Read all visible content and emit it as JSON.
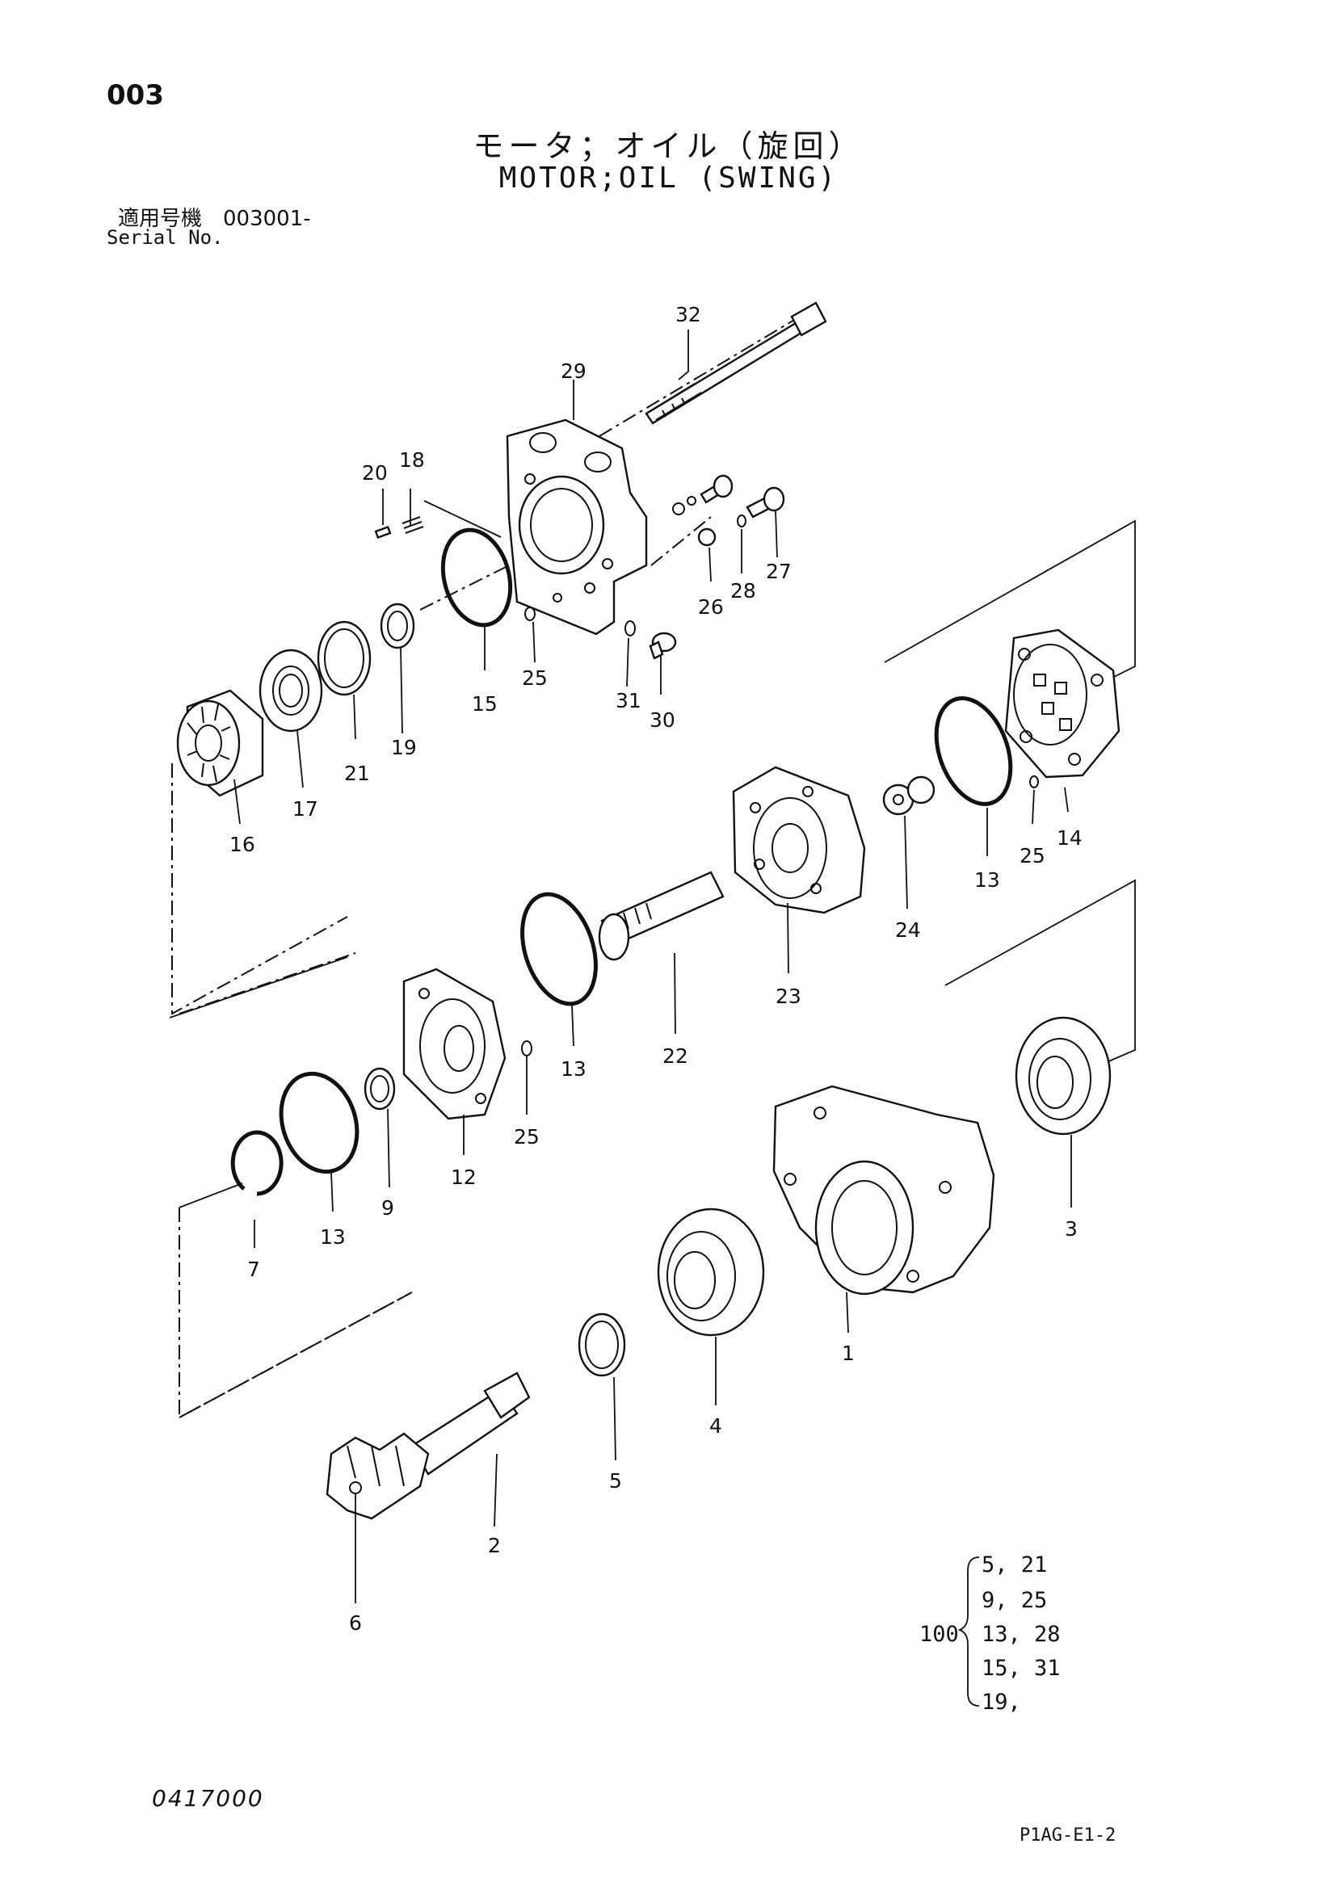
{
  "header": {
    "page_number": "003",
    "title_jp": "モータ；オイル（旋回）",
    "title_en": "MOTOR;OIL (SWING)",
    "serial_jp": "適用号機　003001-",
    "serial_label": "Serial No."
  },
  "callouts": {
    "p1": "1",
    "p2": "2",
    "p3": "3",
    "p4": "4",
    "p5": "5",
    "p6": "6",
    "p7": "7",
    "p9": "9",
    "p12": "12",
    "p13a": "13",
    "p13b": "13",
    "p13c": "13",
    "p14": "14",
    "p15": "15",
    "p16": "16",
    "p17": "17",
    "p18": "18",
    "p19": "19",
    "p20": "20",
    "p21": "21",
    "p22": "22",
    "p23": "23",
    "p24": "24",
    "p25a": "25",
    "p25b": "25",
    "p25c": "25",
    "p26": "26",
    "p27": "27",
    "p28": "28",
    "p29": "29",
    "p30": "30",
    "p31": "31",
    "p32": "32"
  },
  "seal_kit": {
    "label": "100",
    "rows": [
      "5,  21",
      "9,  25",
      "13, 28",
      "15, 31",
      "19,"
    ]
  },
  "footer": {
    "doc_code": "0417000",
    "sheet_code": "P1AG-E1-2"
  }
}
